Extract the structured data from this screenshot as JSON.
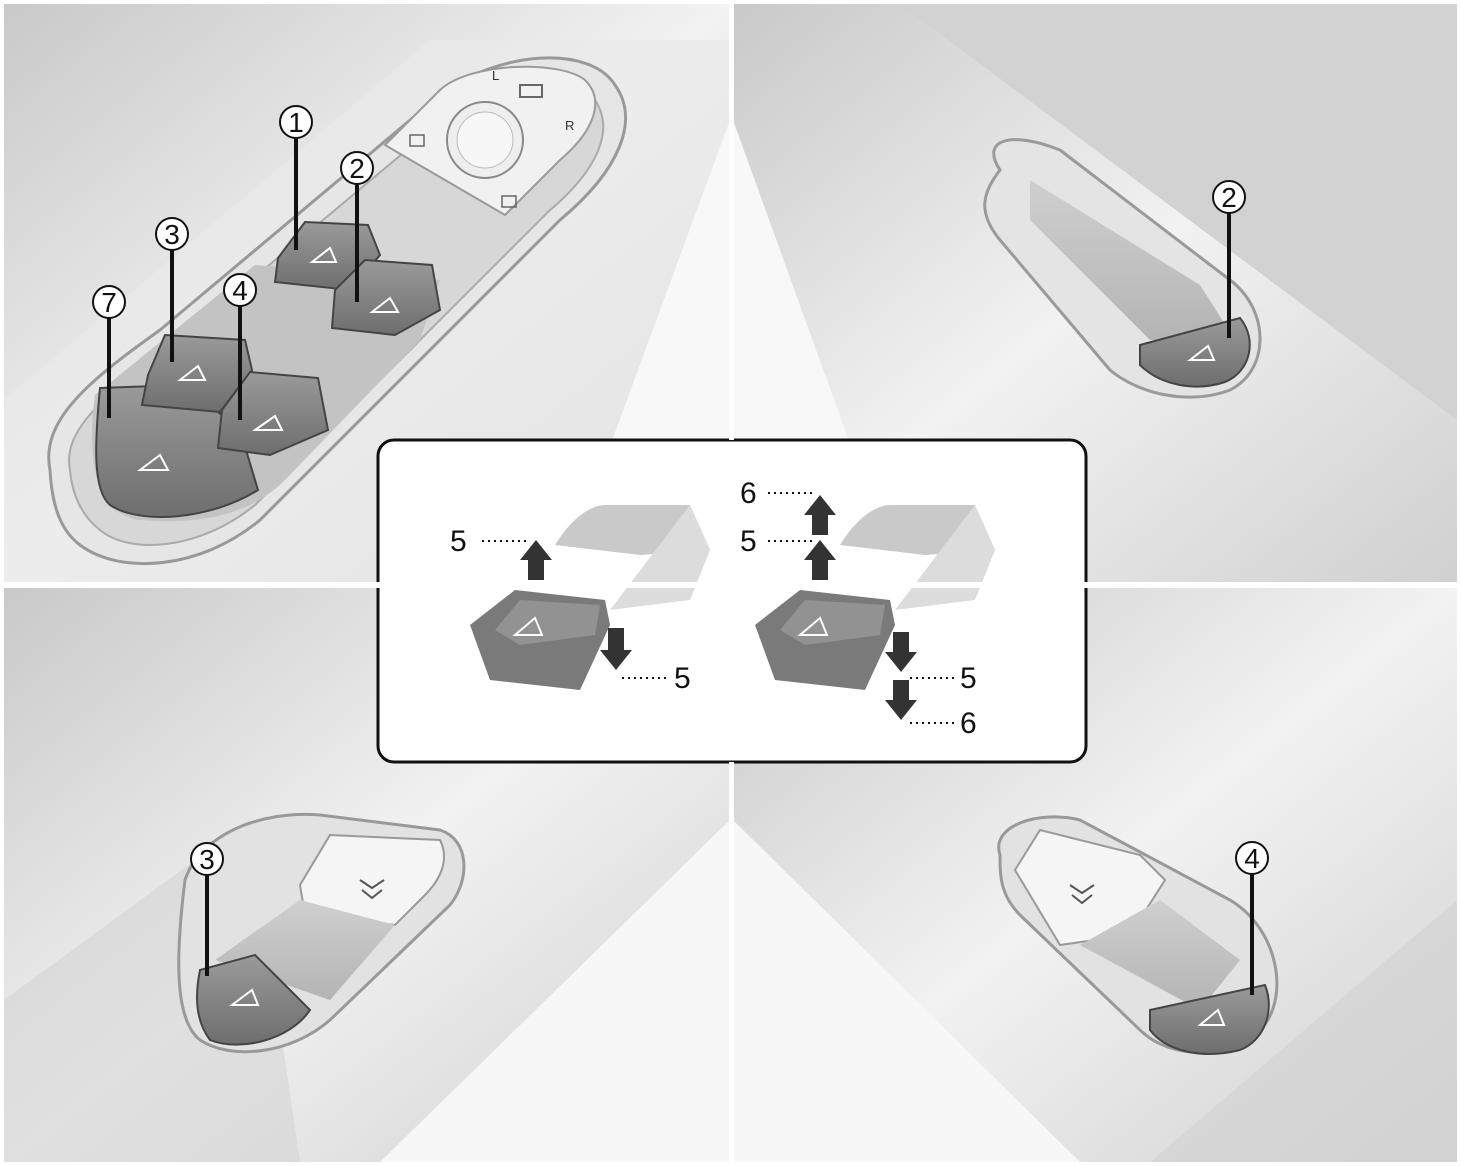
{
  "panels": {
    "driver_door": {
      "callouts": [
        "1",
        "2",
        "3",
        "4",
        "7"
      ],
      "mirror_labels": {
        "left": "L",
        "right": "R"
      }
    },
    "front_passenger_door": {
      "callouts": [
        "2"
      ]
    },
    "rear_left_door": {
      "callouts": [
        "3"
      ]
    },
    "rear_right_door": {
      "callouts": [
        "4"
      ]
    }
  },
  "inset": {
    "manual_switch": {
      "up": "5",
      "down": "5"
    },
    "auto_switch": {
      "up_first": "5",
      "up_second": "6",
      "down_first": "5",
      "down_second": "6"
    }
  },
  "colors": {
    "panel_background": "#e4e4e4",
    "switch_button": "#8a8a8a",
    "switch_button_dark": "#6b6b6b",
    "outline": "#111111"
  }
}
